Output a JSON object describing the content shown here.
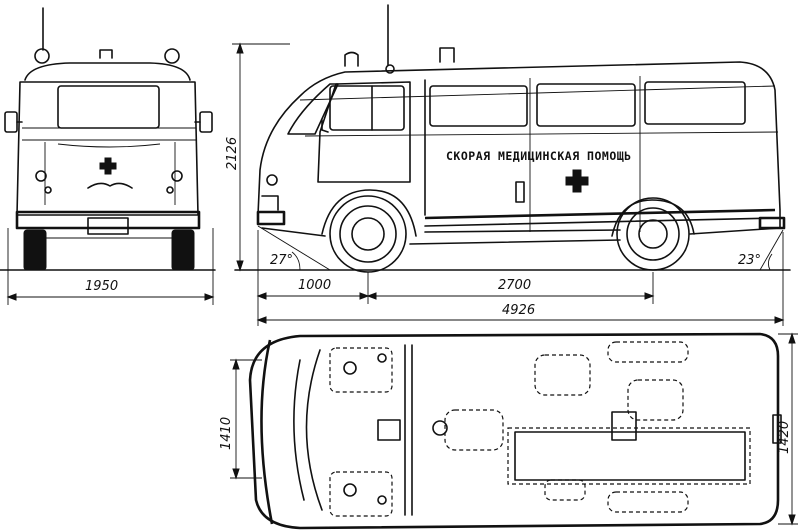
{
  "body_inscription": "СКОРАЯ МЕДИЦИНСКАЯ ПОМОЩЬ",
  "dimensions": {
    "height": "2126",
    "front_track": "1950",
    "front_overhang": "1000",
    "wheelbase": "2700",
    "overall_length": "4926",
    "rear_width": "1410",
    "body_width": "1420"
  },
  "angles": {
    "approach": "27°",
    "departure": "23°"
  }
}
